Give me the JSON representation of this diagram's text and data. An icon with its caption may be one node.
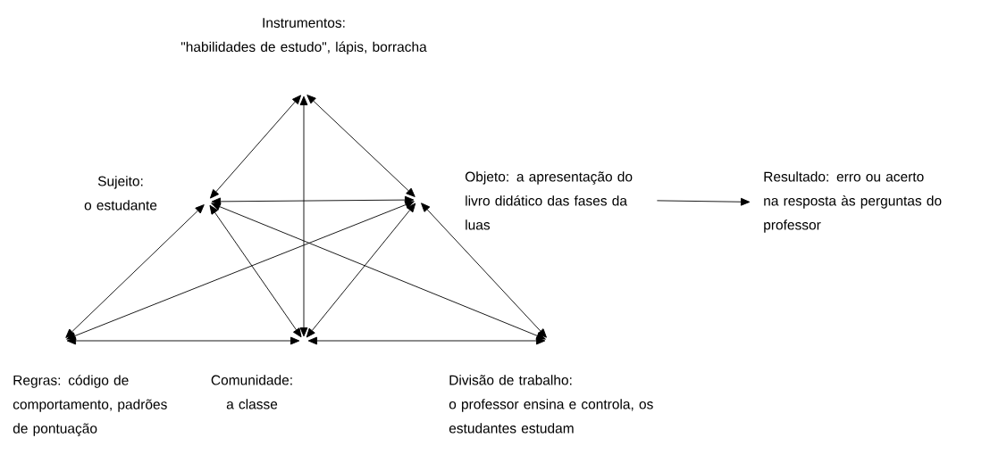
{
  "diagram": {
    "nodes": [
      {
        "text": [
          "Instrumentos:",
          "\"habilidades de estudo\", lápis, borracha"
        ]
      },
      {
        "text": [
          "Sujeito:",
          "o estudante"
        ]
      },
      {
        "text": [
          "Objeto: a apresentação do livro didático das fases da luas"
        ]
      },
      {
        "text": [
          "Resultado: erro ou acerto na resposta às perguntas do professor"
        ]
      },
      {
        "text": [
          "Regras: código de comportamento, padrões de pontuação"
        ]
      },
      {
        "text": [
          "Comunidade:",
          "a classe"
        ]
      },
      {
        "text": [
          "Divisão de trabalho:",
          "o professor ensina e controla, os estudantes estudam"
        ]
      }
    ],
    "edges": [
      {
        "from": 0,
        "to": 1,
        "arrow": "both"
      },
      {
        "from": 0,
        "to": 2,
        "arrow": "both"
      },
      {
        "from": 0,
        "to": 5,
        "arrow": "both"
      },
      {
        "from": 1,
        "to": 2,
        "arrow": "both"
      },
      {
        "from": 1,
        "to": 4,
        "arrow": "both"
      },
      {
        "from": 1,
        "to": 5,
        "arrow": "both"
      },
      {
        "from": 1,
        "to": 6,
        "arrow": "both"
      },
      {
        "from": 2,
        "to": 4,
        "arrow": "both"
      },
      {
        "from": 2,
        "to": 5,
        "arrow": "both"
      },
      {
        "from": 2,
        "to": 6,
        "arrow": "both"
      },
      {
        "from": 4,
        "to": 5,
        "arrow": "both"
      },
      {
        "from": 5,
        "to": 6,
        "arrow": "both"
      },
      {
        "from": 2,
        "to": 3,
        "arrow": "to"
      }
    ]
  }
}
